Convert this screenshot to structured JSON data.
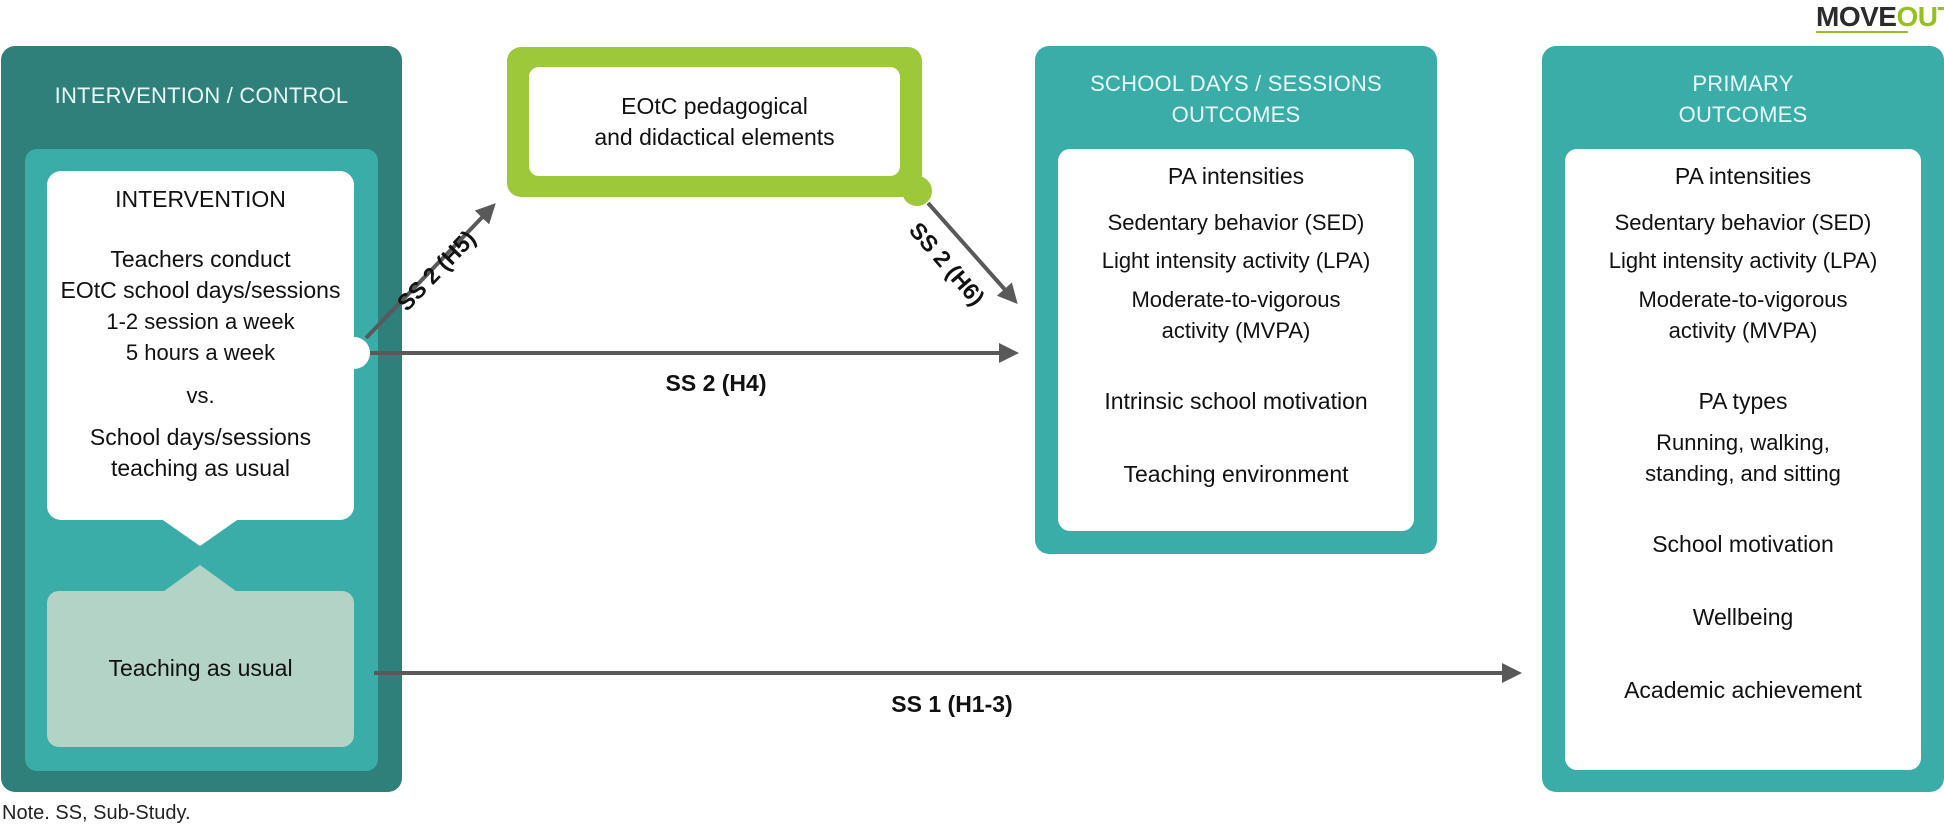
{
  "logo": {
    "part1": "MOVE",
    "part2": "OUT",
    "colors": {
      "part1": "#2b2b2b",
      "part2": "#95c11f"
    }
  },
  "note": "Note. SS, Sub-Study.",
  "colors": {
    "teal_dark": "#2f7f7b",
    "teal": "#3aada8",
    "pale_green": "#b3d3c6",
    "lime": "#9cc83a",
    "arrow": "#595959"
  },
  "intervention_panel": {
    "title": "INTERVENTION / CONTROL",
    "intervention_box": {
      "heading": "INTERVENTION",
      "line1": "Teachers conduct\nEOtC school days/sessions",
      "line2": "1-2 session a week\n5 hours a week",
      "vs": "vs.",
      "line3": "School days/sessions\nteaching as usual"
    },
    "control_box": {
      "label": "Teaching as usual"
    }
  },
  "eotc_box": {
    "text": "EOtC pedagogical\nand didactical elements"
  },
  "school_days_panel": {
    "title": "SCHOOL DAYS / SESSIONS\nOUTCOMES",
    "items": {
      "pa_heading": "PA intensities",
      "sed": "Sedentary behavior (SED)",
      "lpa": "Light intensity activity (LPA)",
      "mvpa": "Moderate-to-vigorous\nactivity (MVPA)",
      "motivation": "Intrinsic school motivation",
      "environment": "Teaching environment"
    }
  },
  "primary_panel": {
    "title": "PRIMARY\nOUTCOMES",
    "items": {
      "pa_heading": "PA intensities",
      "sed": "Sedentary behavior (SED)",
      "lpa": "Light intensity activity (LPA)",
      "mvpa": "Moderate-to-vigorous\nactivity (MVPA)",
      "types_heading": "PA types",
      "types": "Running, walking,\nstanding, and sitting",
      "motivation": "School motivation",
      "wellbeing": "Wellbeing",
      "academic": "Academic achievement"
    }
  },
  "arrows": {
    "h5": "SS 2 (H5)",
    "h6": "SS 2 (H6)",
    "h4": "SS 2 (H4)",
    "h1_3": "SS 1 (H1-3)"
  }
}
